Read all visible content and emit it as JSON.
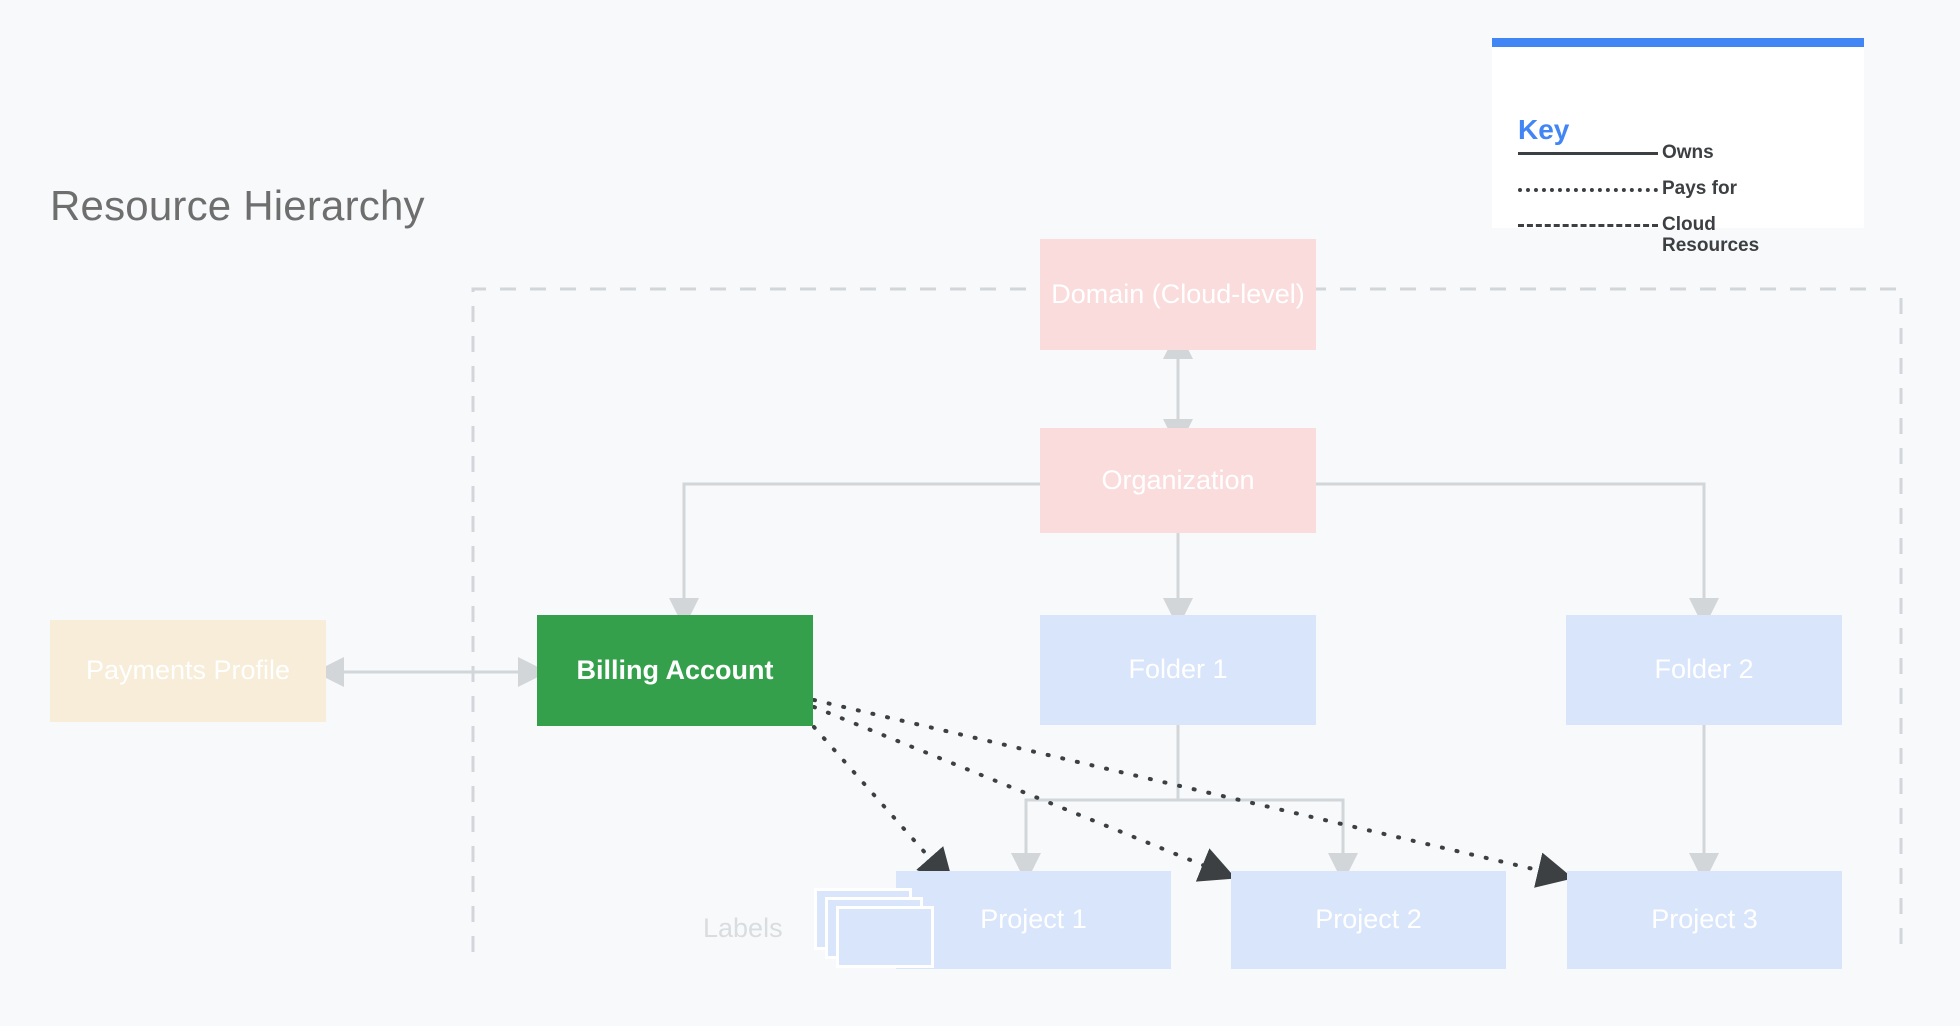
{
  "page": {
    "title": "Resource Hierarchy",
    "background_color": "#F7F9FA"
  },
  "key_panel": {
    "title": "Key",
    "accent_color": "#4285F4",
    "rows": [
      {
        "style": "solid",
        "label": "Owns",
        "sample_name": "solid-line-sample"
      },
      {
        "style": "dotted",
        "label": "Pays for",
        "sample_name": "dotted-line-sample"
      },
      {
        "style": "dashed",
        "label": "Cloud\nResources",
        "sample_name": "dashed-line-sample"
      }
    ]
  },
  "nodes": {
    "domain": {
      "label": "Domain (Cloud-level)",
      "color": "#FADCDC",
      "text_color": "#FFFFFF"
    },
    "organization": {
      "label": "Organization",
      "color": "#FADCDC",
      "text_color": "#FFFFFF"
    },
    "billing_account": {
      "label": "Billing Account",
      "color": "#34A04B",
      "text_color": "#FFFFFF"
    },
    "payments_profile": {
      "label": "Payments Profile",
      "color": "#F7EDD8",
      "text_color": "#FFFFFF"
    },
    "folder_1": {
      "label": "Folder 1",
      "color": "#D9E5FA",
      "text_color": "#FFFFFF"
    },
    "folder_2": {
      "label": "Folder 2",
      "color": "#D9E5FA",
      "text_color": "#FFFFFF"
    },
    "project_1": {
      "label": "Project 1",
      "color": "#D9E5FA",
      "text_color": "#FFFFFF"
    },
    "project_2": {
      "label": "Project 2",
      "color": "#D9E5FA",
      "text_color": "#FFFFFF"
    },
    "project_3": {
      "label": "Project 3",
      "color": "#D9E5FA",
      "text_color": "#FFFFFF"
    },
    "labels": {
      "label": "Labels",
      "color": "#D9E5FA",
      "text_color": "#DADDE0"
    }
  },
  "edges": {
    "owns_color": "#D3D6D9",
    "pays_for_color": "#3C4043",
    "cloud_resources_color": "#D3D6D9",
    "list": [
      {
        "from": "domain",
        "to": "organization",
        "type": "owns",
        "bidirectional": true
      },
      {
        "from": "organization",
        "to": "billing_account",
        "type": "owns",
        "bidirectional": false
      },
      {
        "from": "organization",
        "to": "folder_1",
        "type": "owns",
        "bidirectional": false
      },
      {
        "from": "organization",
        "to": "folder_2",
        "type": "owns",
        "bidirectional": false
      },
      {
        "from": "payments_profile",
        "to": "billing_account",
        "type": "owns",
        "bidirectional": true
      },
      {
        "from": "folder_1",
        "to": "project_1",
        "type": "owns",
        "bidirectional": false
      },
      {
        "from": "folder_1",
        "to": "project_2",
        "type": "owns",
        "bidirectional": false
      },
      {
        "from": "folder_2",
        "to": "project_3",
        "type": "owns",
        "bidirectional": false
      },
      {
        "from": "billing_account",
        "to": "project_1",
        "type": "pays_for",
        "bidirectional": false
      },
      {
        "from": "billing_account",
        "to": "project_2",
        "type": "pays_for",
        "bidirectional": false
      },
      {
        "from": "billing_account",
        "to": "project_3",
        "type": "pays_for",
        "bidirectional": false
      }
    ]
  },
  "cloud_boundary": {
    "style": "dashed",
    "color": "#D3D6D9"
  }
}
